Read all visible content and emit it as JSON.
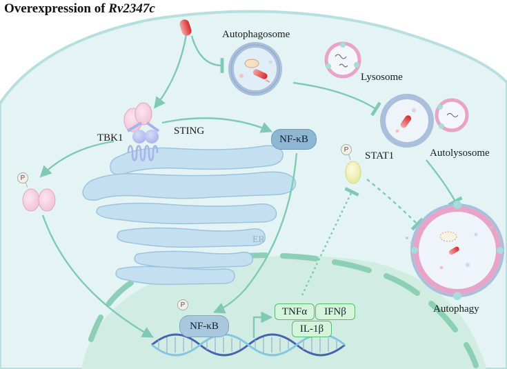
{
  "title": {
    "prefix": "Overexpression of ",
    "gene": "Rv2347c"
  },
  "labels": {
    "autophagosome": "Autophagosome",
    "lysosome": "Lysosome",
    "autolysosome": "Autolysosome",
    "autophagy": "Autophagy",
    "tbk1": "TBK1",
    "sting": "STING",
    "stat1": "STAT1",
    "er": "ER",
    "phospho": "P"
  },
  "nfkb": {
    "cytoplasm": "NF-κB",
    "nucleus": "NF-κB"
  },
  "cytokines": [
    "TNFα",
    "IFNβ",
    "IL-1β"
  ],
  "colors": {
    "cell_fill": "#e4f3f4",
    "nucleus_fill": "#d1ece2",
    "arrow": "#7fc9b5",
    "vesicle_ring": "#a9bfdb",
    "lysosome_ring": "#e8a4c8"
  }
}
